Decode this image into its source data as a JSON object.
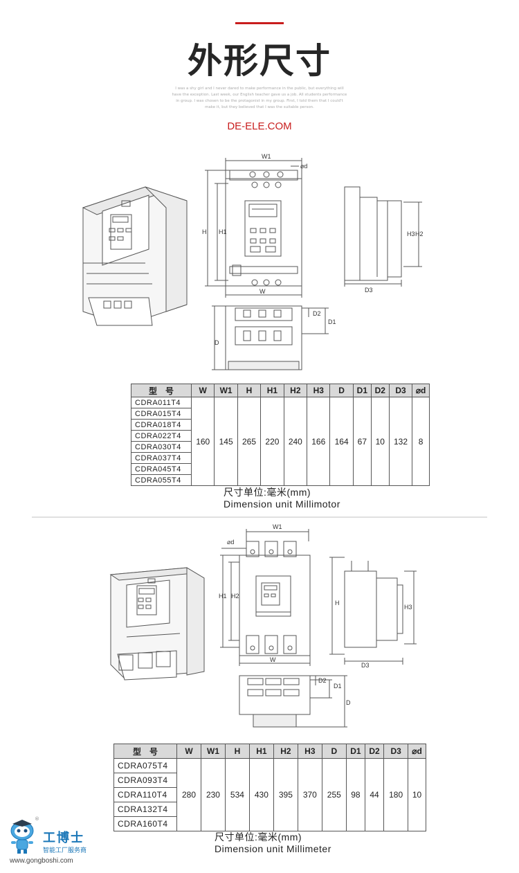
{
  "header": {
    "title": "外形尺寸",
    "subtitle_lines": [
      "I was a shy girl and I never dared to make performance in the public, but everything will",
      "have the exception. Last week, our English teacher gave us a job. All students performance",
      "in group. I was chosen to be the protagonist in my group. First, I told them that I could't",
      "make it, but they believed that I was the suitable person."
    ],
    "brand": "DE-ELE.COM"
  },
  "section1": {
    "diagram_labels": {
      "W1": "W1",
      "d": "⌀d",
      "H": "H",
      "H1": "H1",
      "W": "W",
      "H3": "H3",
      "H2": "H2",
      "D3": "D3",
      "D2": "D2",
      "D1": "D1",
      "D": "D"
    },
    "table": {
      "headers": [
        "型　号",
        "W",
        "W1",
        "H",
        "H1",
        "H2",
        "H3",
        "D",
        "D1",
        "D2",
        "D3",
        "⌀d"
      ],
      "models": [
        "CDRA011T4",
        "CDRA015T4",
        "CDRA018T4",
        "CDRA022T4",
        "CDRA030T4",
        "CDRA037T4",
        "CDRA045T4",
        "CDRA055T4"
      ],
      "values": [
        "160",
        "145",
        "265",
        "220",
        "240",
        "166",
        "164",
        "67",
        "10",
        "132",
        "8"
      ]
    },
    "unit_cn": "尺寸单位:毫米(mm)",
    "unit_en": "Dimension unit Millimotor"
  },
  "section2": {
    "diagram_labels": {
      "W1": "W1",
      "d": "⌀d",
      "H1": "H1",
      "H2": "H2",
      "W": "W",
      "H": "H",
      "H3": "H3",
      "D3": "D3",
      "D2": "D2",
      "D1": "D1",
      "D": "D"
    },
    "table": {
      "headers": [
        "型　号",
        "W",
        "W1",
        "H",
        "H1",
        "H2",
        "H3",
        "D",
        "D1",
        "D2",
        "D3",
        "⌀d"
      ],
      "models": [
        "CDRA075T4",
        "CDRA093T4",
        "CDRA110T4",
        "CDRA132T4",
        "CDRA160T4"
      ],
      "values": [
        "280",
        "230",
        "534",
        "430",
        "395",
        "370",
        "255",
        "98",
        "44",
        "180",
        "10"
      ]
    },
    "unit_cn": "尺寸单位:毫米(mm)",
    "unit_en": "Dimension unit Millimeter"
  },
  "footer": {
    "logo_name": "工博士",
    "logo_tagline": "智能工厂服务商",
    "logo_url": "www.gongboshi.com",
    "registered_mark": "®"
  }
}
